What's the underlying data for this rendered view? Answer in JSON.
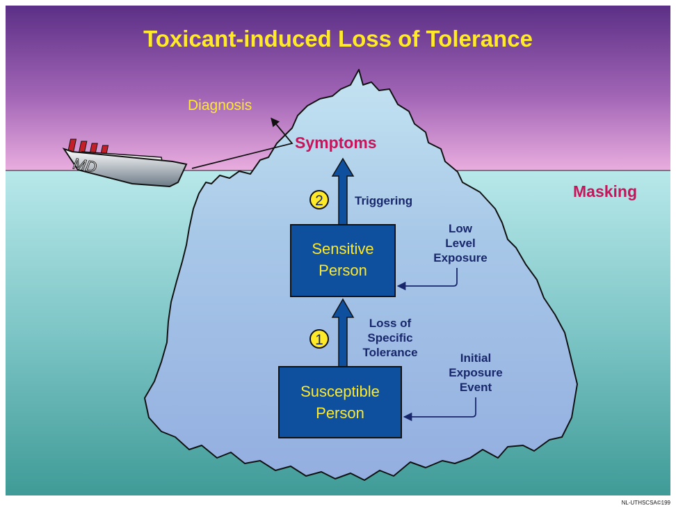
{
  "title": "Toxicant-induced Loss of Tolerance",
  "labels": {
    "diagnosis": "Diagnosis",
    "symptoms": "Symptoms",
    "masking": "Masking",
    "triggering": "Triggering",
    "low_level_exposure": [
      "Low",
      "Level",
      "Exposure"
    ],
    "loss_of_specific_tolerance": [
      "Loss of",
      "Specific",
      "Tolerance"
    ],
    "initial_exposure_event": [
      "Initial",
      "Exposure",
      "Event"
    ]
  },
  "boxes": {
    "sensitive": [
      "Sensitive",
      "Person"
    ],
    "susceptible": [
      "Susceptible",
      "Person"
    ]
  },
  "steps": {
    "one": "1",
    "two": "2"
  },
  "ship": {
    "hull_text": "MD"
  },
  "credit": "NL-UTHSCSA©199",
  "colors": {
    "sky_top": "#5b2f86",
    "sky_bottom": "#e7a9dd",
    "sea_top": "#b6e6e8",
    "sea_bottom": "#3e9a96",
    "iceberg": "#a9c9e8",
    "box_fill": "#0e4f9e",
    "box_text": "#ffea2a",
    "accent_red": "#c8145a",
    "label_navy": "#18276b",
    "title_yellow": "#ffea2a"
  }
}
